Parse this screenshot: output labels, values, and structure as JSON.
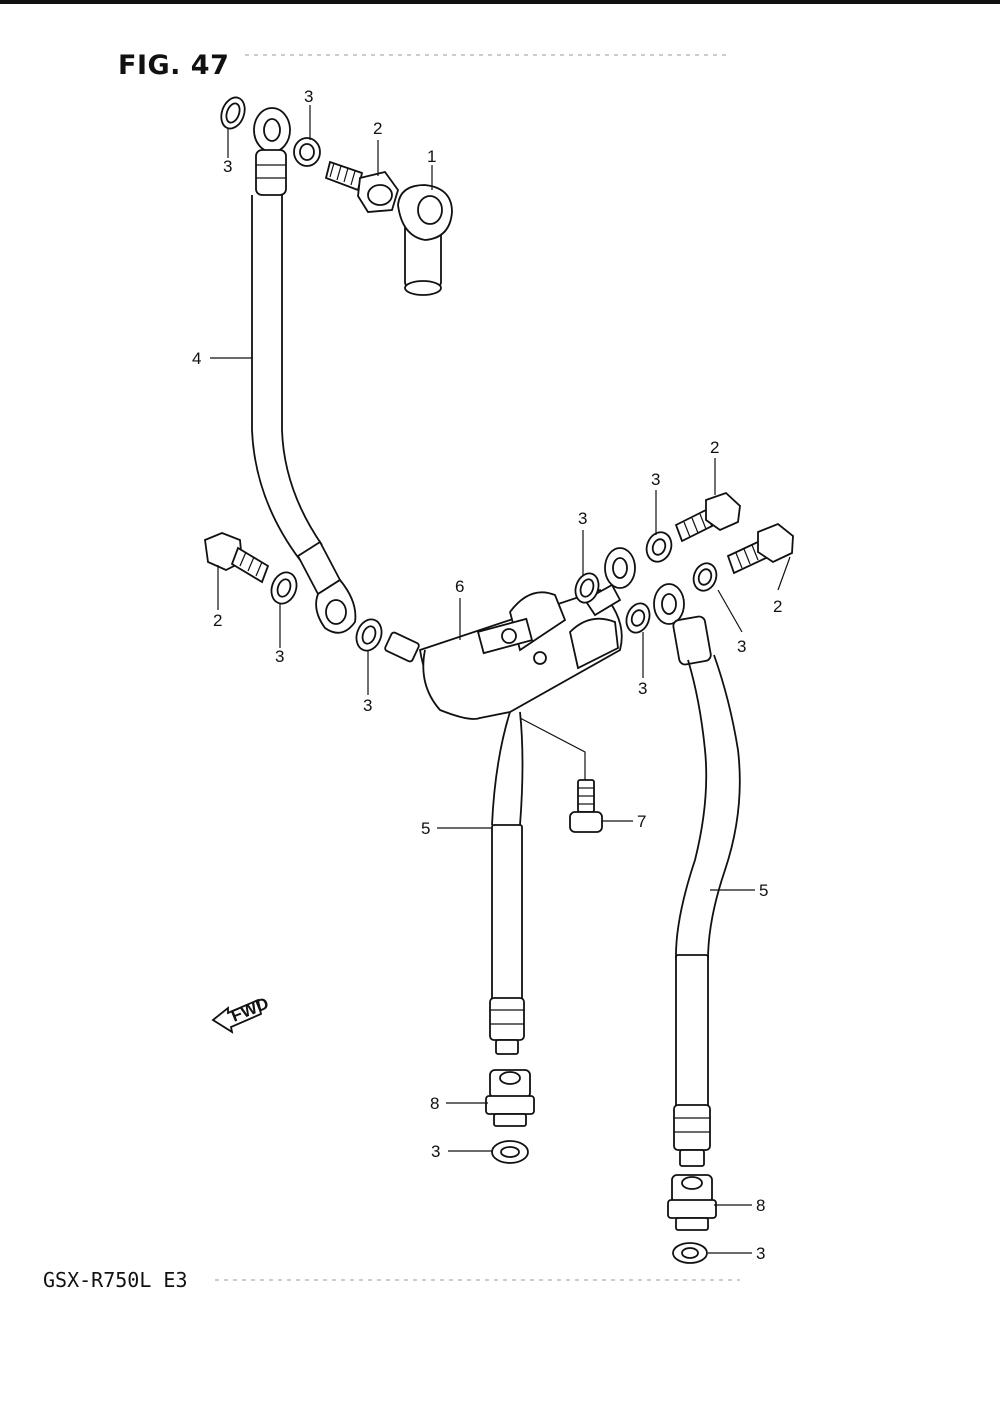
{
  "figure": {
    "title": "FIG. 47"
  },
  "footer": {
    "model_code": "GSX-R750L  E3"
  },
  "fwd_arrow": {
    "label": "FWD"
  },
  "callouts": [
    {
      "label": "1"
    },
    {
      "label": "2"
    },
    {
      "label": "3"
    },
    {
      "label": "3"
    },
    {
      "label": "4"
    },
    {
      "label": "2"
    },
    {
      "label": "3"
    },
    {
      "label": "3"
    },
    {
      "label": "6"
    },
    {
      "label": "3"
    },
    {
      "label": "3"
    },
    {
      "label": "2"
    },
    {
      "label": "2"
    },
    {
      "label": "3"
    },
    {
      "label": "3"
    },
    {
      "label": "7"
    },
    {
      "label": "5"
    },
    {
      "label": "5"
    },
    {
      "label": "8"
    },
    {
      "label": "3"
    },
    {
      "label": "8"
    },
    {
      "label": "3"
    }
  ]
}
